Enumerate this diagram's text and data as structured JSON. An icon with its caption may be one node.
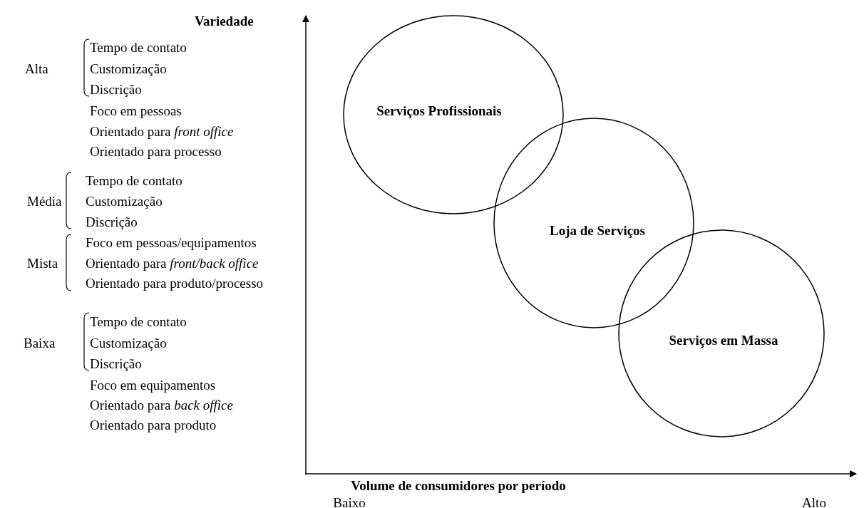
{
  "diagram": {
    "nodes": [
      {
        "text": [
          "Serviços Profissionais"
        ]
      },
      {
        "text": [
          "Loja de Serviços"
        ]
      },
      {
        "text": [
          "Serviços em Massa"
        ]
      }
    ],
    "labels": [
      "Variedade",
      "Alta",
      "Tempo de contato",
      "Customização",
      "Discrição",
      "Foco em pessoas",
      "Orientado para *front office*",
      "Orientado para processo",
      "Média",
      "Tempo de contato",
      "Customização",
      "Discrição",
      "Mista",
      "Foco em pessoas/equipamentos",
      "Orientado para *front/back office*",
      "Orientado para produto/processo",
      "Baixa",
      "Tempo de contato",
      "Customização",
      "Discrição",
      "Foco em equipamentos",
      "Orientado para *back office*",
      "Orientado para produto",
      "Volume de consumidores por período",
      "Baixo",
      "Alto"
    ]
  }
}
